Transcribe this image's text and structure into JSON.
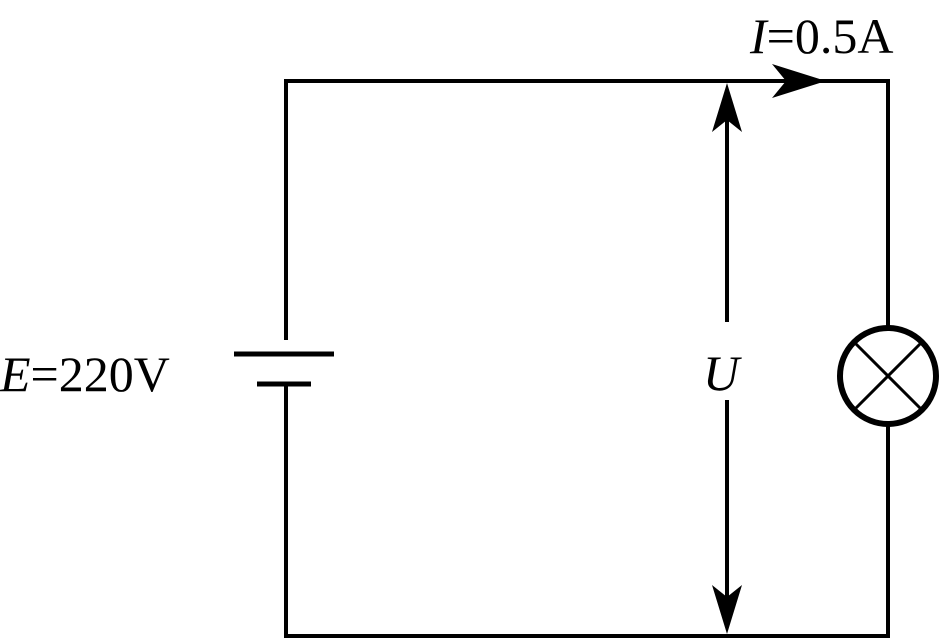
{
  "colors": {
    "line": "#000000",
    "background": "#ffffff"
  },
  "labels": {
    "emf_symbol": "E",
    "emf_value": "=220V",
    "current_symbol": "I",
    "current_value": "=0.5A",
    "voltage_symbol": "U"
  },
  "components": {
    "source": "battery",
    "load": "lamp-icon"
  }
}
